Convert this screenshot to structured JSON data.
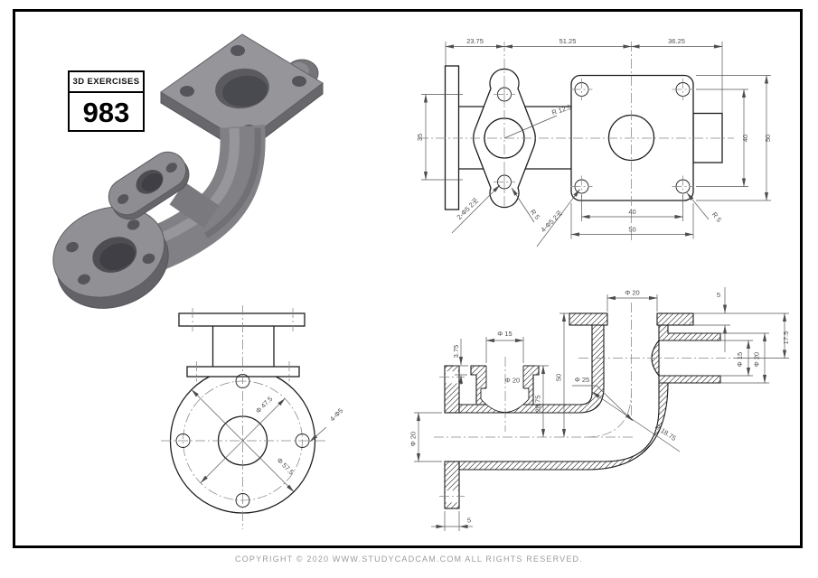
{
  "badge": {
    "title": "3D EXERCISES",
    "number": "983"
  },
  "front": {
    "top_left": "23.75",
    "top_mid": "51.25",
    "top_right": "36.25",
    "height": "35",
    "right_bolt": "40",
    "right_overall": "50",
    "bottom_bolt": "40",
    "bottom_overall": "50",
    "hub_radius": "R 12.5",
    "lobe_radius": "R 5",
    "corner_radius": "R 5",
    "diamond_holes": "2-Φ5 2곳",
    "square_holes": "4-Φ5 2곳"
  },
  "bottom": {
    "bolt_circle": "Φ 47.5",
    "outer_dia": "Φ 57.5",
    "holes": "4-Φ5"
  },
  "section": {
    "nozzle_bore": "Φ 15",
    "nozzle_step": "3.75",
    "nozzle_cbore": "Φ 20",
    "lip_height": "28.75",
    "overall_height": "50",
    "main_bore": "Φ 25",
    "top_opening": "Φ 20",
    "top_thk": "5",
    "stub_offset": "17.5",
    "stub_bore": "Φ 15",
    "stub_od": "Φ 20",
    "left_bore": "Φ 20",
    "left_thk": "5",
    "bend_radius": "R 18.75"
  },
  "footer": {
    "copyright": "COPYRIGHT © 2020 WWW.STUDYCADCAM.COM ALL RIGHTS RESERVED."
  }
}
